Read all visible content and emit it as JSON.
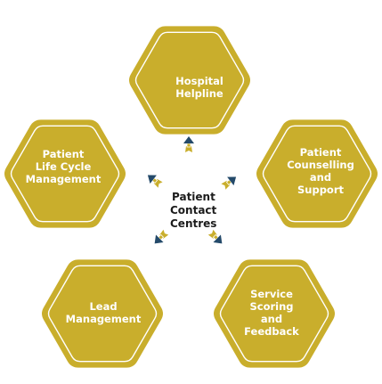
{
  "colors": {
    "hexagon_fill": "#c9ae2c",
    "hexagon_text": "#ffffff",
    "arrow_head": "#244a6a",
    "center_text": "#1c1c1c"
  },
  "center": {
    "lines": [
      "Patient",
      "Contact",
      "Centres"
    ]
  },
  "nodes": [
    {
      "id": "hospital-helpline",
      "lines": [
        "Hospital",
        "Helpline"
      ]
    },
    {
      "id": "patient-life-cycle-management",
      "lines": [
        "Patient",
        "Life Cycle",
        "Management"
      ]
    },
    {
      "id": "patient-counselling-and-support",
      "lines": [
        "Patient",
        "Counselling",
        "and",
        "Support"
      ]
    },
    {
      "id": "lead-management",
      "lines": [
        "Lead",
        "Management"
      ]
    },
    {
      "id": "service-scoring-and-feedback",
      "lines": [
        "Service",
        "Scoring",
        "and",
        "Feedback"
      ]
    }
  ],
  "arrows": [
    {
      "id": "up",
      "icon": "arrow-up-icon"
    },
    {
      "id": "up-left",
      "icon": "arrow-up-left-icon"
    },
    {
      "id": "up-right",
      "icon": "arrow-up-right-icon"
    },
    {
      "id": "down-left",
      "icon": "arrow-down-left-icon"
    },
    {
      "id": "down-right",
      "icon": "arrow-down-right-icon"
    }
  ]
}
